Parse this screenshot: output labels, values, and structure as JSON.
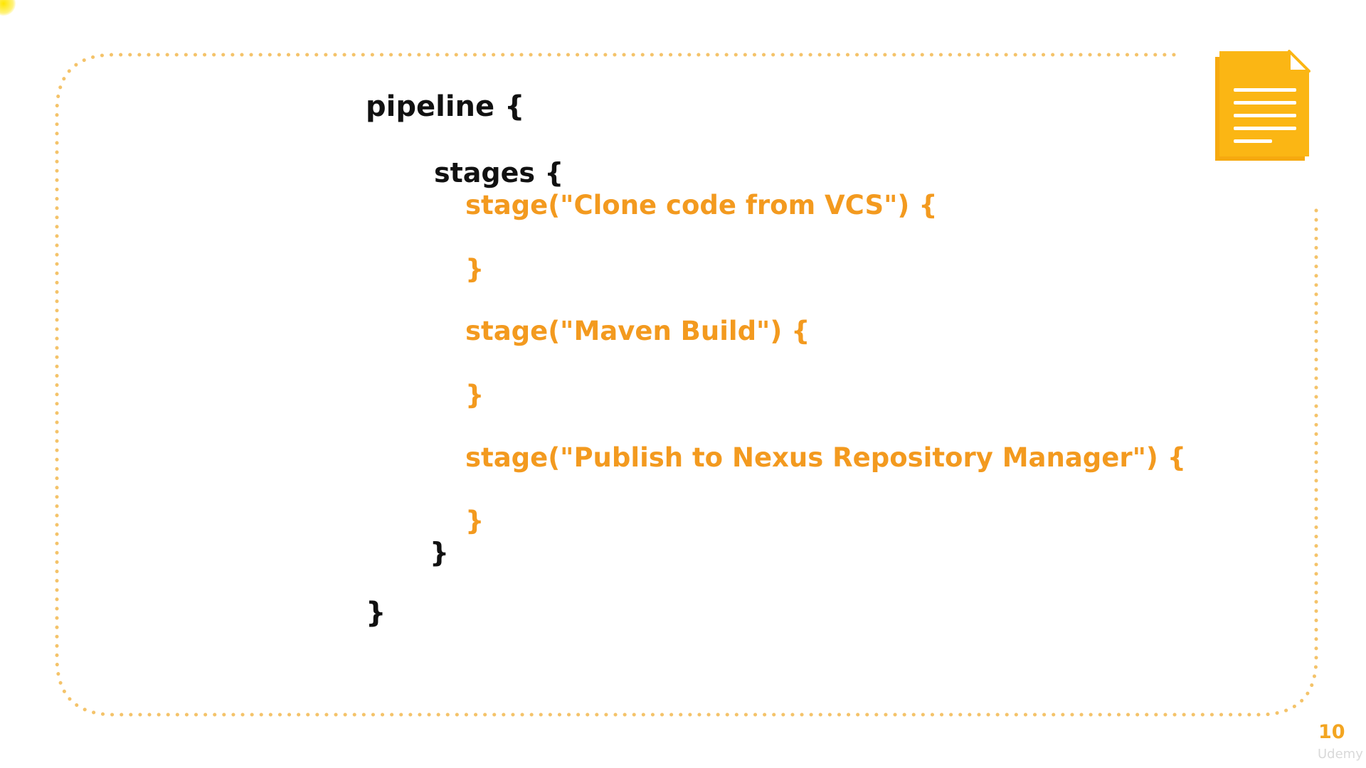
{
  "slide": {
    "code_lines": {
      "pipeline_open": "pipeline {",
      "stages_open": "stages {",
      "stage1_open": "stage(\"Clone code from VCS\") {",
      "stage1_close": "}",
      "stage2_open": "stage(\"Maven Build\") {",
      "stage2_close": "}",
      "stage3_open": "stage(\"Publish to Nexus Repository Manager\") {",
      "stage3_close": "}",
      "stages_close": "}",
      "pipeline_close": "}"
    },
    "page_number": "10",
    "watermark": "Udemy"
  },
  "colors": {
    "accent": "#f39a1f",
    "border": "#f4c36a",
    "icon": "#fbb614",
    "text": "#111111"
  },
  "icons": {
    "document": "document-icon"
  }
}
